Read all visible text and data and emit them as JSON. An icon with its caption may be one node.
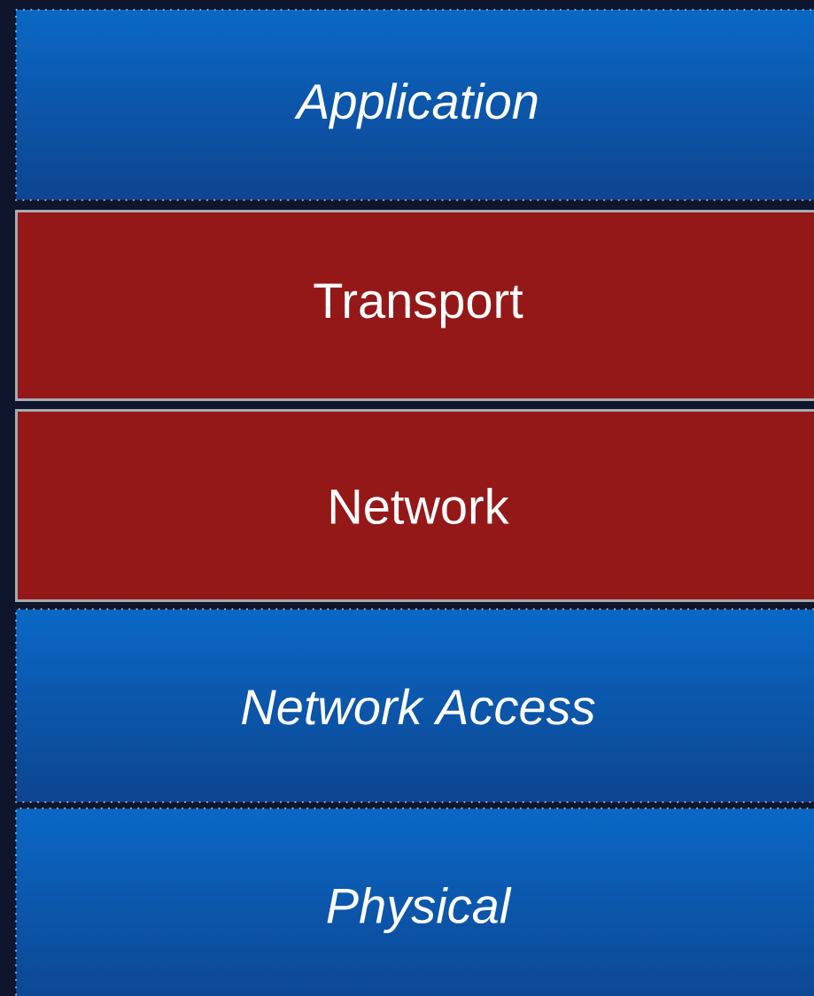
{
  "diagram": {
    "nodes": [
      {
        "text": [
          "Application"
        ]
      },
      {
        "text": [
          "Transport"
        ]
      },
      {
        "text": [
          "Network"
        ]
      },
      {
        "text": [
          "Network Access"
        ]
      },
      {
        "text": [
          "Physical"
        ]
      }
    ]
  }
}
